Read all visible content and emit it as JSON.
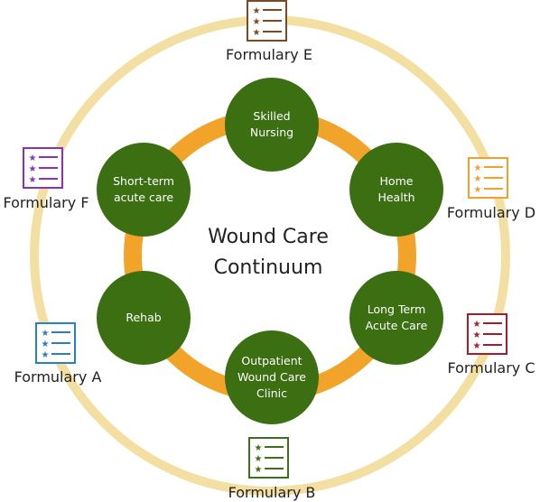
{
  "center": {
    "line1": "Wound Care",
    "line2": "Continuum"
  },
  "nodes": [
    {
      "id": "skilled-nursing",
      "lines": [
        "Skilled",
        "Nursing"
      ]
    },
    {
      "id": "home-health",
      "lines": [
        "Home",
        "Health"
      ]
    },
    {
      "id": "long-term-acute-care",
      "lines": [
        "Long Term",
        "Acute Care"
      ]
    },
    {
      "id": "outpatient-wound-care-clinic",
      "lines": [
        "Outpatient",
        "Wound Care",
        "Clinic"
      ]
    },
    {
      "id": "rehab",
      "lines": [
        "Rehab"
      ]
    },
    {
      "id": "short-term-acute-care",
      "lines": [
        "Short-term",
        "acute care"
      ]
    }
  ],
  "formularies": [
    {
      "id": "formulary-e",
      "label": "Formulary E",
      "color": "#7a4a22"
    },
    {
      "id": "formulary-d",
      "label": "Formulary D",
      "color": "#f0a030"
    },
    {
      "id": "formulary-c",
      "label": "Formulary C",
      "color": "#a61c2c"
    },
    {
      "id": "formulary-b",
      "label": "Formulary B",
      "color": "#3e6e1e"
    },
    {
      "id": "formulary-a",
      "label": "Formulary A",
      "color": "#2a7fc0"
    },
    {
      "id": "formulary-f",
      "label": "Formulary F",
      "color": "#8a2fc0"
    }
  ],
  "colors": {
    "outer_ring": "#f3dfa2",
    "inner_ring": "#f2a42a",
    "node_fill": "#3c6e12"
  },
  "icons": {
    "formulary": "star-list-icon"
  }
}
